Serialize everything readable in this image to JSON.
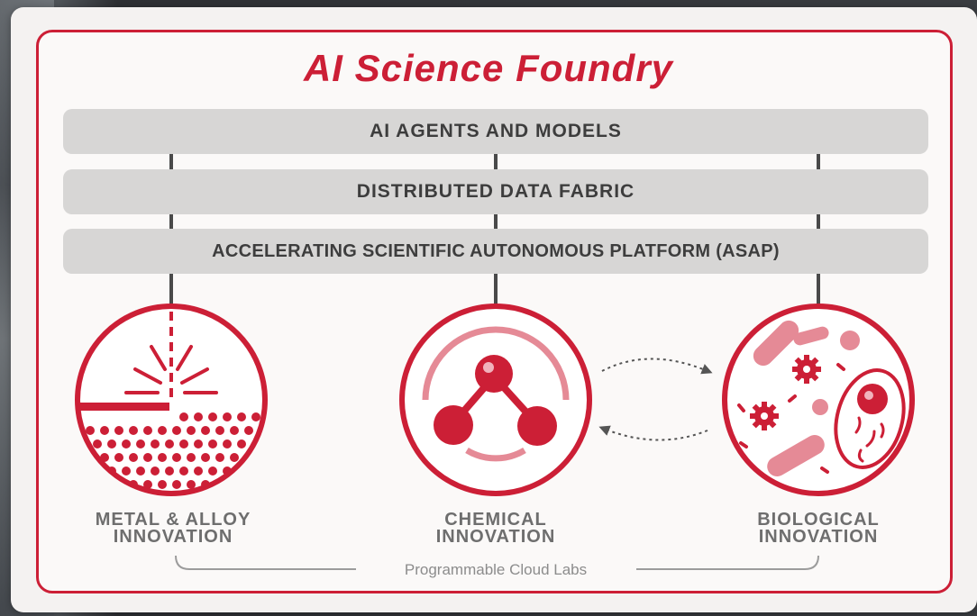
{
  "title": "AI Science Foundry",
  "layers": [
    "AI AGENTS AND MODELS",
    "DISTRIBUTED DATA FABRIC",
    "ACCELERATING SCIENTIFIC AUTONOMOUS PLATFORM (ASAP)"
  ],
  "innovations": {
    "metal": [
      "METAL & ALLOY",
      "INNOVATION"
    ],
    "chemical": [
      "CHEMICAL",
      "INNOVATION"
    ],
    "biological": [
      "BIOLOGICAL",
      "INNOVATION"
    ]
  },
  "footer": "Programmable Cloud Labs",
  "colors": {
    "accent": "#cc1f36",
    "accent_light": "#e58a96",
    "bar": "#d7d6d5",
    "label": "#6e6e6e"
  }
}
